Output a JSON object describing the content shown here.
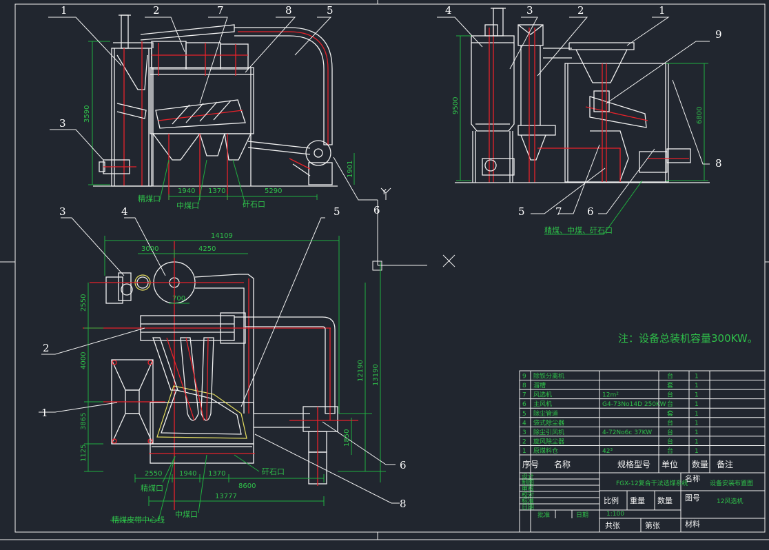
{
  "note": "注：设备总装机容量300KW。",
  "callouts": {
    "front": [
      "1",
      "2",
      "7",
      "8",
      "5",
      "3",
      "6"
    ],
    "side": [
      "4",
      "3",
      "2",
      "1",
      "9",
      "8",
      "5",
      "7",
      "6"
    ],
    "plan": [
      "3",
      "4",
      "5",
      "2",
      "1",
      "6",
      "8"
    ]
  },
  "dims": {
    "front_height": "3590",
    "front_low": "1901",
    "front_bottom": [
      "1940",
      "1370",
      "5290"
    ],
    "side_left": "9500",
    "side_right": "6800",
    "plan_top": "14109",
    "plan_top_parts": [
      "3000",
      "4250"
    ],
    "plan_700": "700",
    "plan_left": [
      "2550",
      "4000",
      "3865",
      "1125"
    ],
    "plan_right": [
      "12190",
      "13190"
    ],
    "plan_1850": "1850",
    "plan_bottom": [
      "2550",
      "1940",
      "1370",
      "8600",
      "13777"
    ]
  },
  "outlets": {
    "front": [
      "精煤口",
      "中煤口",
      "矸石口"
    ],
    "side": "精煤、中煤、矸石口",
    "plan": [
      "精煤口",
      "中煤口",
      "矸石口",
      "精煤皮带中心线"
    ]
  },
  "axis_letter": "Y",
  "parts_table": {
    "rows": [
      {
        "no": "9",
        "name": "除铁分离机",
        "spec": "",
        "unit": "台",
        "qty": "1",
        "note": ""
      },
      {
        "no": "8",
        "name": "溜槽",
        "spec": "",
        "unit": "套",
        "qty": "1",
        "note": ""
      },
      {
        "no": "7",
        "name": "风选机",
        "spec": "12m²",
        "unit": "台",
        "qty": "1",
        "note": ""
      },
      {
        "no": "6",
        "name": "主风机",
        "spec": "G4-73No14D 250KW",
        "unit": "台",
        "qty": "1",
        "note": ""
      },
      {
        "no": "5",
        "name": "除尘管道",
        "spec": "",
        "unit": "套",
        "qty": "1",
        "note": ""
      },
      {
        "no": "4",
        "name": "袋式除尘器",
        "spec": "",
        "unit": "台",
        "qty": "1",
        "note": ""
      },
      {
        "no": "3",
        "name": "除尘引风机",
        "spec": "4-72No6c 37KW",
        "unit": "台",
        "qty": "1",
        "note": ""
      },
      {
        "no": "2",
        "name": "旋风除尘器",
        "spec": "",
        "unit": "台",
        "qty": "1",
        "note": ""
      },
      {
        "no": "1",
        "name": "原煤料仓",
        "spec": "42³",
        "unit": "台",
        "qty": "1",
        "note": ""
      }
    ],
    "header": {
      "no": "序号",
      "name": "名称",
      "spec": "规格型号",
      "unit": "单位",
      "qty": "数量",
      "note": "备注"
    }
  },
  "title_block": {
    "drawing_title": "FGX-12复合干法选煤系统",
    "company_label": "名称",
    "company": "设备安装布置图",
    "figure_label": "图号",
    "figure": "12风选机",
    "ratio_label": "比例",
    "weight_label": "重量",
    "qty_label": "数量",
    "ratio": "1:100",
    "material_label": "材料",
    "sheets_label": "共张",
    "sheet_label": "第张",
    "left_rows": [
      "设计",
      "制图",
      "审核",
      "校对",
      "标准",
      "日期"
    ],
    "left_bottom": [
      "批准",
      "日期"
    ]
  }
}
